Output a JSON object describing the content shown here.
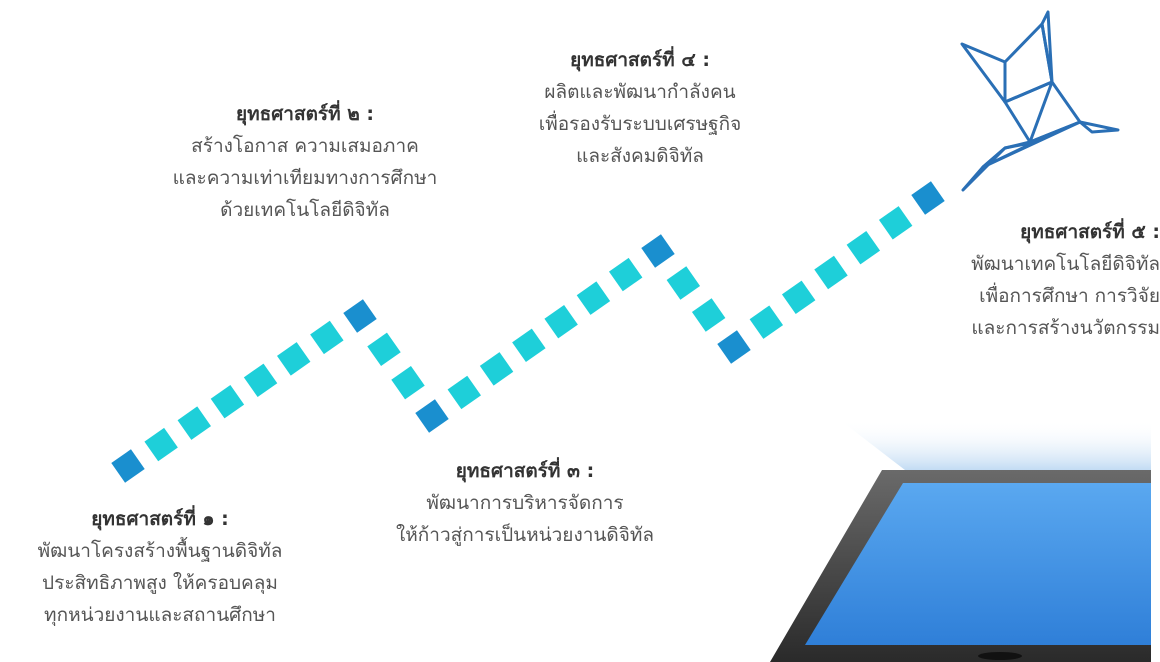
{
  "strategies": [
    {
      "title": "ยุทธศาสตร์ที่ ๑ :",
      "lines": [
        "พัฒนาโครงสร้างพื้นฐานดิจิทัล",
        "ประสิทธิภาพสูง ให้ครอบคลุม",
        "ทุกหน่วยงานและสถานศึกษา"
      ]
    },
    {
      "title": "ยุทธศาสตร์ที่ ๒ :",
      "lines": [
        "สร้างโอกาส ความเสมอภาค",
        "และความเท่าเทียมทางการศึกษา",
        "ด้วยเทคโนโลยีดิจิทัล"
      ]
    },
    {
      "title": "ยุทธศาสตร์ที่ ๓ :",
      "lines": [
        "พัฒนาการบริหารจัดการ",
        "ให้ก้าวสู่การเป็นหน่วยงานดิจิทัล"
      ]
    },
    {
      "title": "ยุทธศาสตร์ที่ ๔ :",
      "lines": [
        "ผลิตและพัฒนากำลังคน",
        "เพื่อรองรับระบบเศรษฐกิจ",
        "และสังคมดิจิทัล"
      ]
    },
    {
      "title": "ยุทธศาสตร์ที่ ๕ :",
      "lines": [
        "พัฒนาเทคโนโลยีดิจิทัล",
        "เพื่อการศึกษา การวิจัย",
        "และการสร้างนวัตกรรม"
      ]
    }
  ],
  "colors": {
    "path_light": "#1ecfd9",
    "path_dark": "#1a8fcf",
    "bird_stroke": "#2a6fb5",
    "tablet_body": "#3a3a3a",
    "tablet_screen": "#3d8ee6",
    "glow": "#cfe3f5"
  },
  "icons": [
    "origami-bird-icon",
    "tablet-icon"
  ]
}
